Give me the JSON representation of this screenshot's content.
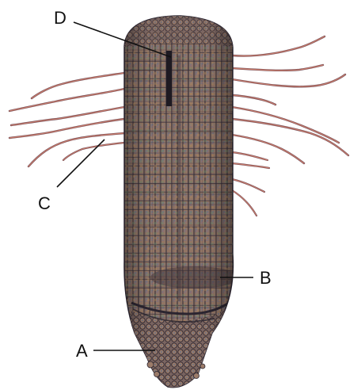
{
  "labels": {
    "a": "A",
    "b": "B",
    "c": "C",
    "d": "D"
  },
  "colors": {
    "background": "#ffffff",
    "cell_wall": "#2b2530",
    "cell_fill_primary": "#8b6a5a",
    "cell_fill_secondary": "#5a6d8a",
    "tissue_dark": "#3a2f35",
    "hair_dark": "#6b4a55",
    "hair_light": "#c87a6a",
    "label_text": "#111111"
  }
}
